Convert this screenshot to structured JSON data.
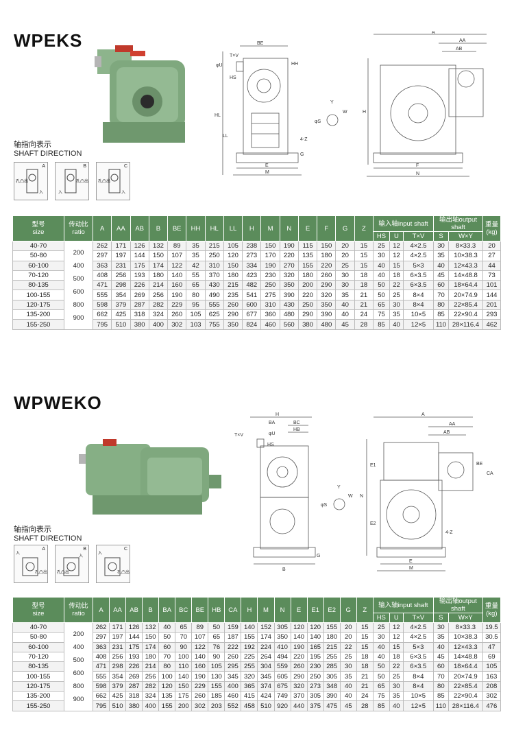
{
  "sections": [
    {
      "title": "WPEKS",
      "dir_cn": "轴指向表示",
      "dir_en": "SHAFT DIRECTION",
      "dir_boxes": [
        "A",
        "B",
        "C"
      ],
      "dir_key": "孔凸出",
      "dir_in": "入",
      "draw_labels": {
        "be": "BE",
        "txv": "T×V",
        "u": "φU",
        "hh": "HH",
        "hs": "HS",
        "hl": "HL",
        "ll": "LL",
        "e": "E",
        "m": "M",
        "g": "G",
        "z": "4-Z",
        "y": "Y",
        "w": "W",
        "s": "φS",
        "a": "A",
        "aa": "AA",
        "ab": "AB",
        "h": "H",
        "f": "F",
        "n": "N"
      },
      "head_cn": [
        "型号",
        "传动比"
      ],
      "head_en": [
        "size",
        "ratio"
      ],
      "cols": [
        "A",
        "AA",
        "AB",
        "B",
        "BE",
        "HH",
        "HL",
        "LL",
        "H",
        "M",
        "N",
        "E",
        "F",
        "G",
        "Z"
      ],
      "input_head": "输入轴input shaft",
      "output_head": "输出轴output shaft",
      "weight_head": [
        "重量",
        "(kg)"
      ],
      "sub_in": [
        "HS",
        "U",
        "T×V"
      ],
      "sub_out": [
        "S",
        "W×Y"
      ],
      "ratios": [
        "200",
        "400",
        "500",
        "600",
        "800",
        "900"
      ],
      "rows": [
        [
          "40-70",
          "262",
          "171",
          "126",
          "132",
          "89",
          "35",
          "215",
          "105",
          "238",
          "150",
          "190",
          "115",
          "150",
          "20",
          "15",
          "25",
          "12",
          "4×2.5",
          "30",
          "8×33.3",
          "20"
        ],
        [
          "50-80",
          "297",
          "197",
          "144",
          "150",
          "107",
          "35",
          "250",
          "120",
          "273",
          "170",
          "220",
          "135",
          "180",
          "20",
          "15",
          "30",
          "12",
          "4×2.5",
          "35",
          "10×38.3",
          "27"
        ],
        [
          "60-100",
          "363",
          "231",
          "175",
          "174",
          "122",
          "42",
          "310",
          "150",
          "334",
          "190",
          "270",
          "155",
          "220",
          "25",
          "15",
          "40",
          "15",
          "5×3",
          "40",
          "12×43.3",
          "44"
        ],
        [
          "70-120",
          "408",
          "256",
          "193",
          "180",
          "140",
          "55",
          "370",
          "180",
          "423",
          "230",
          "320",
          "180",
          "260",
          "30",
          "18",
          "40",
          "18",
          "6×3.5",
          "45",
          "14×48.8",
          "73"
        ],
        [
          "80-135",
          "471",
          "298",
          "226",
          "214",
          "160",
          "65",
          "430",
          "215",
          "482",
          "250",
          "350",
          "200",
          "290",
          "30",
          "18",
          "50",
          "22",
          "6×3.5",
          "60",
          "18×64.4",
          "101"
        ],
        [
          "100-155",
          "555",
          "354",
          "269",
          "256",
          "190",
          "80",
          "490",
          "235",
          "541",
          "275",
          "390",
          "220",
          "320",
          "35",
          "21",
          "50",
          "25",
          "8×4",
          "70",
          "20×74.9",
          "144"
        ],
        [
          "120-175",
          "598",
          "379",
          "287",
          "282",
          "229",
          "95",
          "555",
          "260",
          "600",
          "310",
          "430",
          "250",
          "350",
          "40",
          "21",
          "65",
          "30",
          "8×4",
          "80",
          "22×85.4",
          "201"
        ],
        [
          "135-200",
          "662",
          "425",
          "318",
          "324",
          "260",
          "105",
          "625",
          "290",
          "677",
          "360",
          "480",
          "290",
          "390",
          "40",
          "24",
          "75",
          "35",
          "10×5",
          "85",
          "22×90.4",
          "293"
        ],
        [
          "155-250",
          "795",
          "510",
          "380",
          "400",
          "302",
          "103",
          "755",
          "350",
          "824",
          "460",
          "560",
          "380",
          "480",
          "45",
          "28",
          "85",
          "40",
          "12×5",
          "110",
          "28×116.4",
          "462"
        ]
      ]
    },
    {
      "title": "WPWEKO",
      "dir_cn": "轴指向表示",
      "dir_en": "SHAFT DIRECTION",
      "dir_boxes": [
        "A",
        "B",
        "C"
      ],
      "dir_key": "孔凸出",
      "dir_in": "入",
      "draw_labels": {
        "h": "H",
        "ba": "BA",
        "bc": "BC",
        "hb": "HB",
        "txv": "T×V",
        "u": "φU",
        "hs": "HS",
        "b": "B",
        "g": "G",
        "y": "Y",
        "w": "W",
        "s": "φS",
        "a": "A",
        "aa": "AA",
        "ab": "AB",
        "be": "BE",
        "ca": "CA",
        "n": "N",
        "e1": "E1",
        "e2": "E2",
        "z": "4-Z",
        "e": "E",
        "m": "M"
      },
      "head_cn": [
        "型号",
        "传动比"
      ],
      "head_en": [
        "size",
        "ratio"
      ],
      "cols": [
        "A",
        "AA",
        "AB",
        "B",
        "BA",
        "BC",
        "BE",
        "HB",
        "CA",
        "H",
        "M",
        "N",
        "E",
        "E1",
        "E2",
        "G",
        "Z"
      ],
      "input_head": "输入轴input shaft",
      "output_head": "输出轴output shaft",
      "weight_head": [
        "重量",
        "(kg)"
      ],
      "sub_in": [
        "HS",
        "U",
        "T×V"
      ],
      "sub_out": [
        "S",
        "W×Y"
      ],
      "ratios": [
        "200",
        "400",
        "500",
        "600",
        "800",
        "900"
      ],
      "rows": [
        [
          "40-70",
          "262",
          "171",
          "126",
          "132",
          "40",
          "65",
          "89",
          "50",
          "159",
          "140",
          "152",
          "305",
          "120",
          "120",
          "155",
          "20",
          "15",
          "25",
          "12",
          "4×2.5",
          "30",
          "8×33.3",
          "19.5"
        ],
        [
          "50-80",
          "297",
          "197",
          "144",
          "150",
          "50",
          "70",
          "107",
          "65",
          "187",
          "155",
          "174",
          "350",
          "140",
          "140",
          "180",
          "20",
          "15",
          "30",
          "12",
          "4×2.5",
          "35",
          "10×38.3",
          "30.5"
        ],
        [
          "60-100",
          "363",
          "231",
          "175",
          "174",
          "60",
          "90",
          "122",
          "76",
          "222",
          "192",
          "224",
          "410",
          "190",
          "165",
          "215",
          "22",
          "15",
          "40",
          "15",
          "5×3",
          "40",
          "12×43.3",
          "47"
        ],
        [
          "70-120",
          "408",
          "256",
          "193",
          "180",
          "70",
          "100",
          "140",
          "90",
          "260",
          "225",
          "264",
          "494",
          "220",
          "195",
          "255",
          "25",
          "18",
          "40",
          "18",
          "6×3.5",
          "45",
          "14×48.8",
          "69"
        ],
        [
          "80-135",
          "471",
          "298",
          "226",
          "214",
          "80",
          "110",
          "160",
          "105",
          "295",
          "255",
          "304",
          "559",
          "260",
          "230",
          "285",
          "30",
          "18",
          "50",
          "22",
          "6×3.5",
          "60",
          "18×64.4",
          "105"
        ],
        [
          "100-155",
          "555",
          "354",
          "269",
          "256",
          "100",
          "140",
          "190",
          "130",
          "345",
          "320",
          "345",
          "605",
          "290",
          "250",
          "305",
          "35",
          "21",
          "50",
          "25",
          "8×4",
          "70",
          "20×74.9",
          "163"
        ],
        [
          "120-175",
          "598",
          "379",
          "287",
          "282",
          "120",
          "150",
          "229",
          "155",
          "400",
          "365",
          "374",
          "675",
          "320",
          "273",
          "348",
          "40",
          "21",
          "65",
          "30",
          "8×4",
          "80",
          "22×85.4",
          "208"
        ],
        [
          "135-200",
          "662",
          "425",
          "318",
          "324",
          "135",
          "175",
          "260",
          "185",
          "460",
          "415",
          "424",
          "749",
          "370",
          "305",
          "390",
          "40",
          "24",
          "75",
          "35",
          "10×5",
          "85",
          "22×90.4",
          "302"
        ],
        [
          "155-250",
          "795",
          "510",
          "380",
          "400",
          "155",
          "200",
          "302",
          "203",
          "552",
          "458",
          "510",
          "920",
          "440",
          "375",
          "475",
          "45",
          "28",
          "85",
          "40",
          "12×5",
          "110",
          "28×116.4",
          "476"
        ]
      ]
    }
  ]
}
